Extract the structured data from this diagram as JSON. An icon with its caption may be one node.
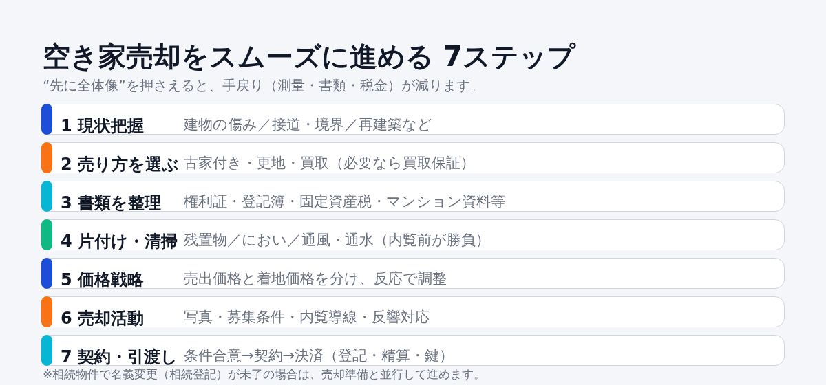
{
  "diagram": {
    "title": "空き家売却をスムーズに進める 7ステップ",
    "nodes": [
      {
        "text": [
          "1 現状把握",
          "建物の傷み／接道・境界／再建築など"
        ]
      },
      {
        "text": [
          "2 売り方を選ぶ",
          "古家付き・更地・買取（必要なら買取保証）"
        ]
      },
      {
        "text": [
          "3 書類を整理",
          "権利証・登記簿・固定資産税・マンション資料等"
        ]
      },
      {
        "text": [
          "4 片付け・清掃",
          "残置物／におい／通風・通水（内覧前が勝負）"
        ]
      },
      {
        "text": [
          "5 価格戦略",
          "売出価格と着地価格を分け、反応で調整"
        ]
      },
      {
        "text": [
          "6 売却活動",
          "写真・募集条件・内覧導線・反響対応"
        ]
      },
      {
        "text": [
          "7 契約・引渡し",
          "条件合意→契約→決済（登記・精算・鍵）"
        ]
      }
    ],
    "labels": [
      "“先に全体像”を押さえると、手戻り（測量・書類・税金）が減ります。",
      "※相続物件で名義変更（相続登記）が未了の場合は、売却準備と並行して進めます。"
    ]
  }
}
